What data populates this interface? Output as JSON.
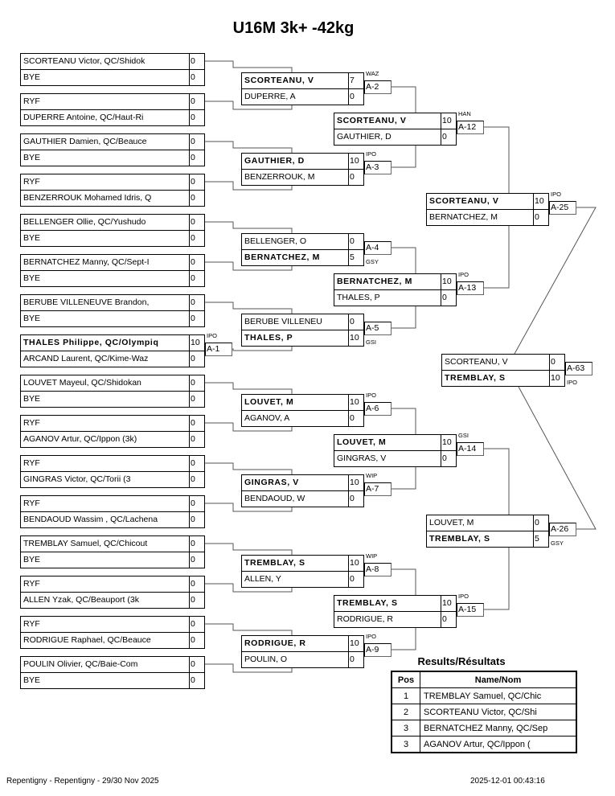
{
  "title": "U16M 3k+ -42kg",
  "round1": [
    {
      "top": {
        "name": "SCORTEANU Victor, QC/Shidok",
        "score": "0"
      },
      "bottom": {
        "name": "BYE",
        "score": "0"
      }
    },
    {
      "top": {
        "name": "RYF",
        "score": "0"
      },
      "bottom": {
        "name": "DUPERRE Antoine, QC/Haut-Ri",
        "score": "0"
      }
    },
    {
      "top": {
        "name": "GAUTHIER Damien, QC/Beauce",
        "score": "0"
      },
      "bottom": {
        "name": "BYE",
        "score": "0"
      }
    },
    {
      "top": {
        "name": "RYF",
        "score": "0"
      },
      "bottom": {
        "name": "BENZERROUK Mohamed Idris, Q",
        "score": "0"
      }
    },
    {
      "top": {
        "name": "BELLENGER Ollie, QC/Yushudo",
        "score": "0"
      },
      "bottom": {
        "name": "BYE",
        "score": "0"
      }
    },
    {
      "top": {
        "name": "BERNATCHEZ Manny, QC/Sept-I",
        "score": "0"
      },
      "bottom": {
        "name": "BYE",
        "score": "0"
      }
    },
    {
      "top": {
        "name": "BERUBE VILLENEUVE Brandon,",
        "score": "0"
      },
      "bottom": {
        "name": "BYE",
        "score": "0"
      }
    },
    {
      "top": {
        "name": "THALES Philippe, QC/Olympiq",
        "score": "10",
        "bold": true
      },
      "bottom": {
        "name": "ARCAND Laurent, QC/Kime-Waz",
        "score": "0"
      },
      "label": "A-1",
      "tag": "IPO",
      "tag_pos": "above"
    },
    {
      "top": {
        "name": "LOUVET Mayeul, QC/Shidokan",
        "score": "0"
      },
      "bottom": {
        "name": "BYE",
        "score": "0"
      }
    },
    {
      "top": {
        "name": "RYF",
        "score": "0"
      },
      "bottom": {
        "name": "AGANOV Artur, QC/Ippon (3k)",
        "score": "0"
      }
    },
    {
      "top": {
        "name": "RYF",
        "score": "0"
      },
      "bottom": {
        "name": "GINGRAS Victor, QC/Torii (3",
        "score": "0"
      }
    },
    {
      "top": {
        "name": "RYF",
        "score": "0"
      },
      "bottom": {
        "name": "BENDAOUD Wassim , QC/Lachena",
        "score": "0"
      }
    },
    {
      "top": {
        "name": "TREMBLAY Samuel, QC/Chicout",
        "score": "0"
      },
      "bottom": {
        "name": "BYE",
        "score": "0"
      }
    },
    {
      "top": {
        "name": "RYF",
        "score": "0"
      },
      "bottom": {
        "name": "ALLEN Yzak, QC/Beauport (3k",
        "score": "0"
      }
    },
    {
      "top": {
        "name": "RYF",
        "score": "0"
      },
      "bottom": {
        "name": "RODRIGUE Raphael, QC/Beauce",
        "score": "0"
      }
    },
    {
      "top": {
        "name": "POULIN Olivier, QC/Baie-Com",
        "score": "0"
      },
      "bottom": {
        "name": "BYE",
        "score": "0"
      }
    }
  ],
  "round2": [
    {
      "top": {
        "name": "SCORTEANU, V",
        "score": "7",
        "bold": true
      },
      "bottom": {
        "name": "DUPERRE, A",
        "score": "0"
      },
      "label": "A-2",
      "tag": "WAZ",
      "tag_pos": "above"
    },
    {
      "top": {
        "name": "GAUTHIER, D",
        "score": "10",
        "bold": true
      },
      "bottom": {
        "name": "BENZERROUK, M",
        "score": "0"
      },
      "label": "A-3",
      "tag": "IPO",
      "tag_pos": "above"
    },
    {
      "top": {
        "name": "BELLENGER, O",
        "score": "0"
      },
      "bottom": {
        "name": "BERNATCHEZ, M",
        "score": "5",
        "bold": true
      },
      "label": "A-4",
      "tag": "GSY",
      "tag_pos": "below"
    },
    {
      "top": {
        "name": "BERUBE VILLENEU",
        "score": "0"
      },
      "bottom": {
        "name": "THALES, P",
        "score": "10",
        "bold": true
      },
      "label": "A-5",
      "tag": "GSI",
      "tag_pos": "below"
    },
    {
      "top": {
        "name": "LOUVET, M",
        "score": "10",
        "bold": true
      },
      "bottom": {
        "name": "AGANOV, A",
        "score": "0"
      },
      "label": "A-6",
      "tag": "IPO",
      "tag_pos": "above"
    },
    {
      "top": {
        "name": "GINGRAS, V",
        "score": "10",
        "bold": true
      },
      "bottom": {
        "name": "BENDAOUD, W",
        "score": "0"
      },
      "label": "A-7",
      "tag": "WIP",
      "tag_pos": "above"
    },
    {
      "top": {
        "name": "TREMBLAY, S",
        "score": "10",
        "bold": true
      },
      "bottom": {
        "name": "ALLEN, Y",
        "score": "0"
      },
      "label": "A-8",
      "tag": "WIP",
      "tag_pos": "above"
    },
    {
      "top": {
        "name": "RODRIGUE, R",
        "score": "10",
        "bold": true
      },
      "bottom": {
        "name": "POULIN, O",
        "score": "0"
      },
      "label": "A-9",
      "tag": "IPO",
      "tag_pos": "above"
    }
  ],
  "round3": [
    {
      "top": {
        "name": "SCORTEANU, V",
        "score": "10",
        "bold": true
      },
      "bottom": {
        "name": "GAUTHIER, D",
        "score": "0"
      },
      "label": "A-12",
      "tag": "HAN",
      "tag_pos": "above"
    },
    {
      "top": {
        "name": "BERNATCHEZ, M",
        "score": "10",
        "bold": true
      },
      "bottom": {
        "name": "THALES, P",
        "score": "0"
      },
      "label": "A-13",
      "tag": "IPO",
      "tag_pos": "above"
    },
    {
      "top": {
        "name": "LOUVET, M",
        "score": "10",
        "bold": true
      },
      "bottom": {
        "name": "GINGRAS, V",
        "score": "0"
      },
      "label": "A-14",
      "tag": "GSI",
      "tag_pos": "above"
    },
    {
      "top": {
        "name": "TREMBLAY, S",
        "score": "10",
        "bold": true
      },
      "bottom": {
        "name": "RODRIGUE, R",
        "score": "0"
      },
      "label": "A-15",
      "tag": "IPO",
      "tag_pos": "above"
    }
  ],
  "round4": [
    {
      "top": {
        "name": "SCORTEANU, V",
        "score": "10",
        "bold": true
      },
      "bottom": {
        "name": "BERNATCHEZ, M",
        "score": "0"
      },
      "label": "A-25",
      "tag": "IPO",
      "tag_pos": "above"
    },
    {
      "top": {
        "name": "LOUVET, M",
        "score": "0"
      },
      "bottom": {
        "name": "TREMBLAY, S",
        "score": "5",
        "bold": true
      },
      "label": "A-26",
      "tag": "GSY",
      "tag_pos": "below"
    }
  ],
  "final": [
    {
      "top": {
        "name": "SCORTEANU, V",
        "score": "0"
      },
      "bottom": {
        "name": "TREMBLAY, S",
        "score": "10",
        "bold": true
      },
      "label": "A-63",
      "tag": "IPO",
      "tag_pos": "below"
    }
  ],
  "results": {
    "title": "Results/Résultats",
    "headers": [
      "Pos",
      "Name/Nom"
    ],
    "rows": [
      {
        "pos": "1",
        "name": "TREMBLAY Samuel, QC/Chic"
      },
      {
        "pos": "2",
        "name": "SCORTEANU Victor, QC/Shi"
      },
      {
        "pos": "3",
        "name": "BERNATCHEZ Manny, QC/Sep"
      },
      {
        "pos": "3",
        "name": "AGANOV Artur, QC/Ippon ("
      }
    ]
  },
  "footer": {
    "left": "Repentigny - Repentigny - 29/30 Nov 2025",
    "right": "2025-12-01 00:43:16"
  }
}
